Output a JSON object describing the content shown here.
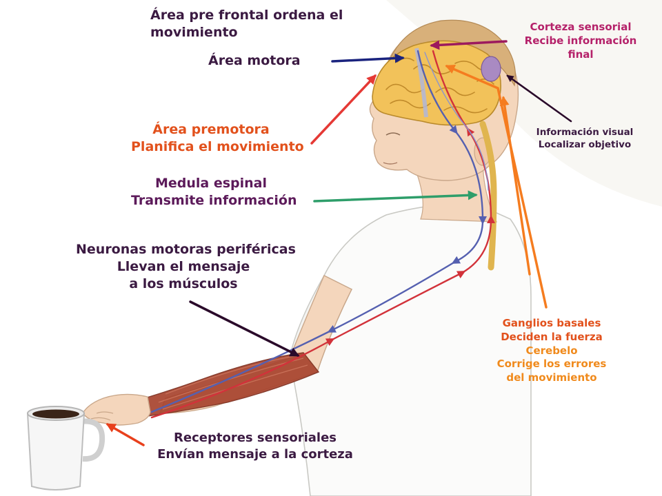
{
  "labels": {
    "prefrontal": [
      "Área pre frontal ordena el",
      "movimiento"
    ],
    "motor": [
      "Área motora"
    ],
    "premotor": [
      "Área premotora",
      "Planifica el movimiento"
    ],
    "spinal": [
      "Medula espinal",
      "Transmite información"
    ],
    "neurons": [
      "Neuronas motoras periféricas",
      "Llevan el mensaje",
      "a los músculos"
    ],
    "receptors": [
      "Receptores sensoriales",
      "Envían mensaje a la corteza"
    ],
    "sensory": [
      "Corteza sensorial",
      "Recibe información",
      "final"
    ],
    "visual": [
      "Información visual",
      "Localizar objetivo"
    ],
    "basal": [
      "Ganglios basales",
      "Deciden la fuerza",
      "Cerebelo",
      "Corrige los errores",
      "del movimiento"
    ]
  },
  "colors": {
    "prefrontal_label": "#3b1a42",
    "premotor_label": "#e2511c",
    "spinal_label": "#5c1a5a",
    "sensory_label": "#b5226a",
    "basal_label": "#e2511c",
    "cerebellum_label": "#f08a1c",
    "arrow_motor": "#1a237e",
    "arrow_premotor": "#e53935",
    "arrow_spinal": "#2e9e6a",
    "arrow_sensory": "#9c1a5e",
    "arrow_visual": "#2a0a2a",
    "arrow_basal": "#f57c1f",
    "arrow_receptors": "#e8401c",
    "arrow_neurons": "#2a0a2a",
    "motor_pathway": "#5560b0",
    "sensory_pathway": "#d2323a",
    "skin": "#f4d6bc",
    "brain": "#f2c25a",
    "muscle": "#a8442e",
    "shirt": "#fbfbfa",
    "cup": "#f6f6f6",
    "coffee": "#3a2418"
  },
  "icons": [
    "coffee-cup-icon"
  ]
}
